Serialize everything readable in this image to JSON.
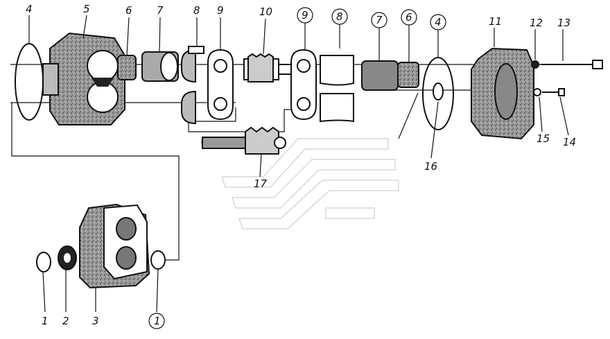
{
  "diagram": {
    "callouts": [
      {
        "id": "c1",
        "text": "1",
        "circled": false
      },
      {
        "id": "c1b",
        "text": "1",
        "circled": true
      },
      {
        "id": "c2",
        "text": "2",
        "circled": false
      },
      {
        "id": "c3",
        "text": "3",
        "circled": false
      },
      {
        "id": "c4",
        "text": "4",
        "circled": false
      },
      {
        "id": "c4b",
        "text": "4",
        "circled": true
      },
      {
        "id": "c5",
        "text": "5",
        "circled": false
      },
      {
        "id": "c6",
        "text": "6",
        "circled": false
      },
      {
        "id": "c6b",
        "text": "6",
        "circled": true
      },
      {
        "id": "c7",
        "text": "7",
        "circled": false
      },
      {
        "id": "c7b",
        "text": "7",
        "circled": true
      },
      {
        "id": "c8",
        "text": "8",
        "circled": false
      },
      {
        "id": "c8b",
        "text": "8",
        "circled": true
      },
      {
        "id": "c9",
        "text": "9",
        "circled": false
      },
      {
        "id": "c9b",
        "text": "9",
        "circled": true
      },
      {
        "id": "c10",
        "text": "10",
        "circled": false
      },
      {
        "id": "c11",
        "text": "11",
        "circled": false
      },
      {
        "id": "c12",
        "text": "12",
        "circled": false
      },
      {
        "id": "c13",
        "text": "13",
        "circled": false
      },
      {
        "id": "c14",
        "text": "14",
        "circled": false
      },
      {
        "id": "c15",
        "text": "15",
        "circled": false
      },
      {
        "id": "c16",
        "text": "16",
        "circled": false
      },
      {
        "id": "c17",
        "text": "17",
        "circled": false
      }
    ],
    "colors": {
      "ink": "#111111",
      "casting": "#7a7a7a",
      "paper": "#ffffff",
      "watermark": "#cfcfcf"
    }
  }
}
